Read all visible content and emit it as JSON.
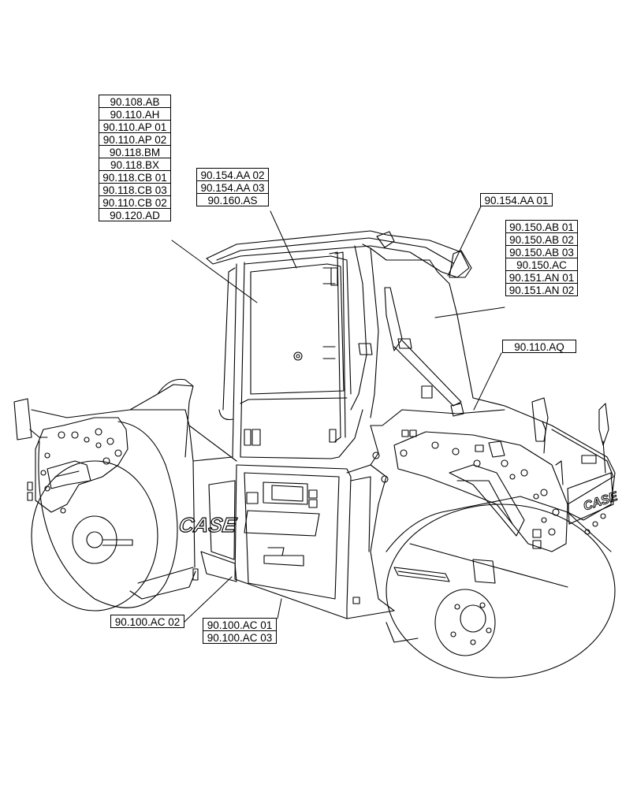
{
  "callouts": {
    "left_group": [
      "90.108.AB",
      "90.110.AH",
      "90.110.AP 01",
      "90.110.AP 02",
      "90.118.BM",
      "90.118.BX",
      "90.118.CB 01",
      "90.118.CB 03",
      "90.110.CB 02",
      "90.120.AD"
    ],
    "door_group": [
      "90.154.AA 02",
      "90.154.AA 03",
      "90.160.AS"
    ],
    "roof_group": [
      "90.154.AA 01"
    ],
    "rear_group": [
      "90.150.AB 01",
      "90.150.AB 02",
      "90.150.AB 03",
      "90.150.AC",
      "90.151.AN 01",
      "90.151.AN 02"
    ],
    "aq_group": [
      "90.110.AQ"
    ],
    "front_drum_group": [
      "90.100.AC 02"
    ],
    "step_group": [
      "90.100.AC 01",
      "90.100.AC 03"
    ]
  },
  "machine_brand": "CASE",
  "colors": {
    "line": "#000000",
    "background": "#ffffff"
  }
}
